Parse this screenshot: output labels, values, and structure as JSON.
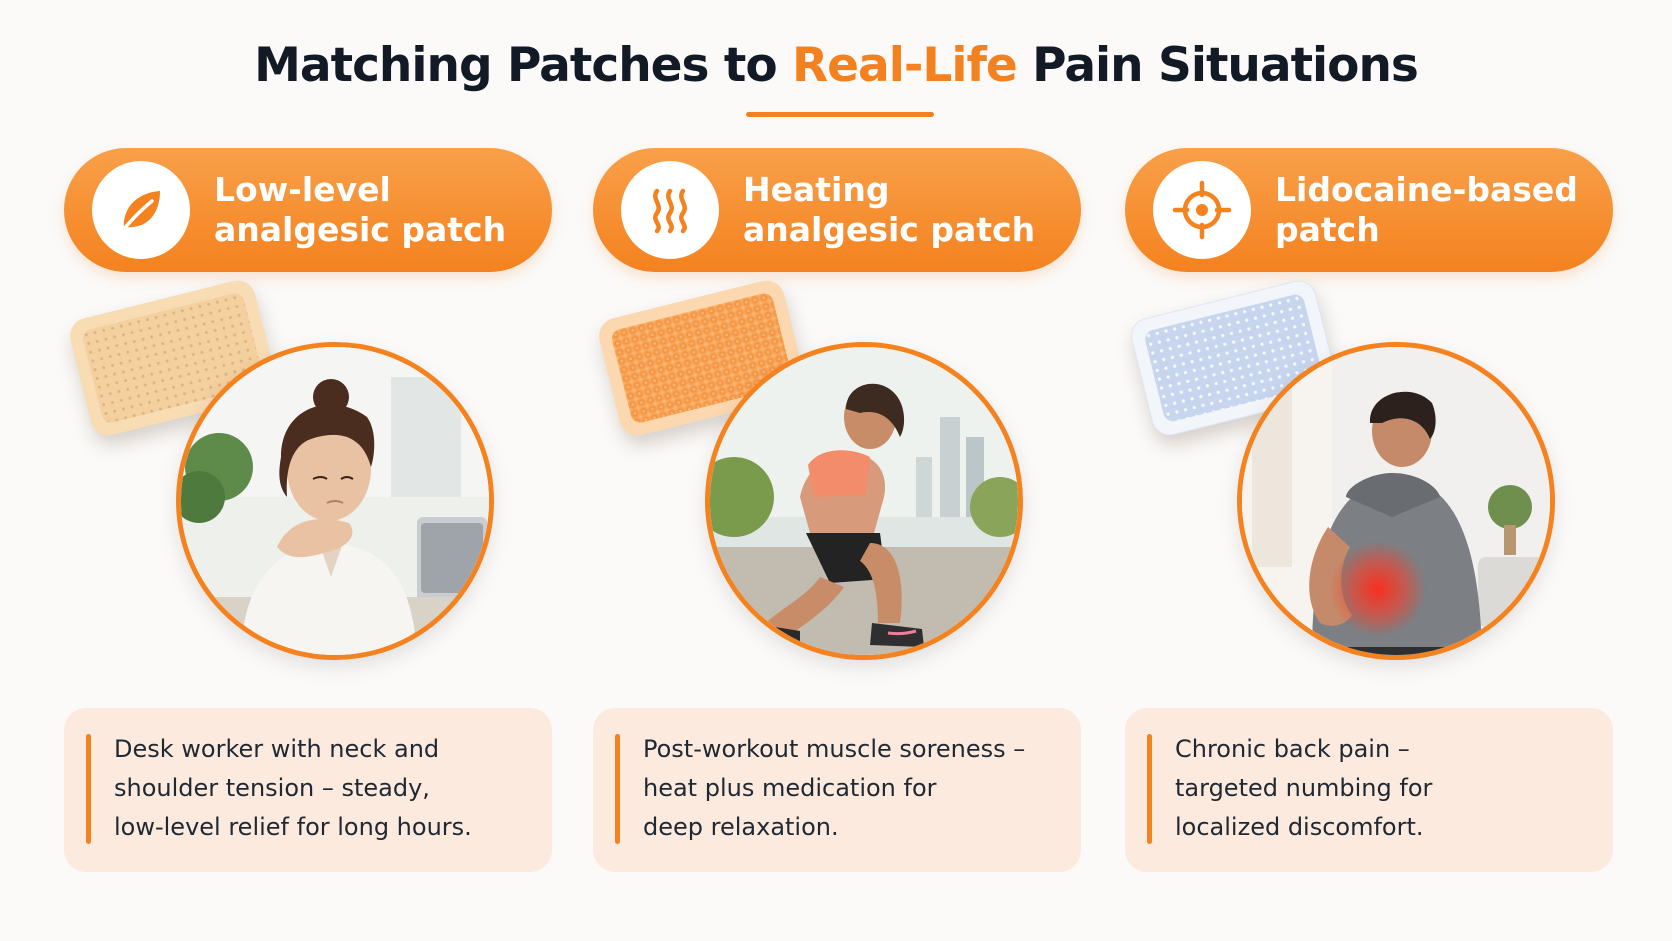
{
  "title": {
    "part1": "Matching Patches to ",
    "accent": "Real-Life",
    "part2": " Pain Situations"
  },
  "colors": {
    "accent": "#f4811f",
    "card_background": "#fbeadd",
    "title_text": "#121a26"
  },
  "columns": [
    {
      "label_line1": "Low-level",
      "label_line2": "analgesic patch",
      "icon": "leaf-icon",
      "patch_color": "#f4d09f",
      "description_line1": "Desk worker with neck and",
      "description_line2": "shoulder tension – steady,",
      "description_line3": "low-level relief for long hours."
    },
    {
      "label_line1": "Heating",
      "label_line2": "analgesic patch",
      "icon": "heat-waves-icon",
      "patch_color": "#f7a24c",
      "description_line1": "Post-workout muscle soreness –",
      "description_line2": "heat plus medication for",
      "description_line3": "deep relaxation."
    },
    {
      "label_line1": "Lidocaine-based",
      "label_line2": "patch",
      "icon": "target-icon",
      "patch_color": "#c7d6ee",
      "description_line1": "Chronic back pain –",
      "description_line2": "targeted numbing for",
      "description_line3": "localized discomfort."
    }
  ]
}
